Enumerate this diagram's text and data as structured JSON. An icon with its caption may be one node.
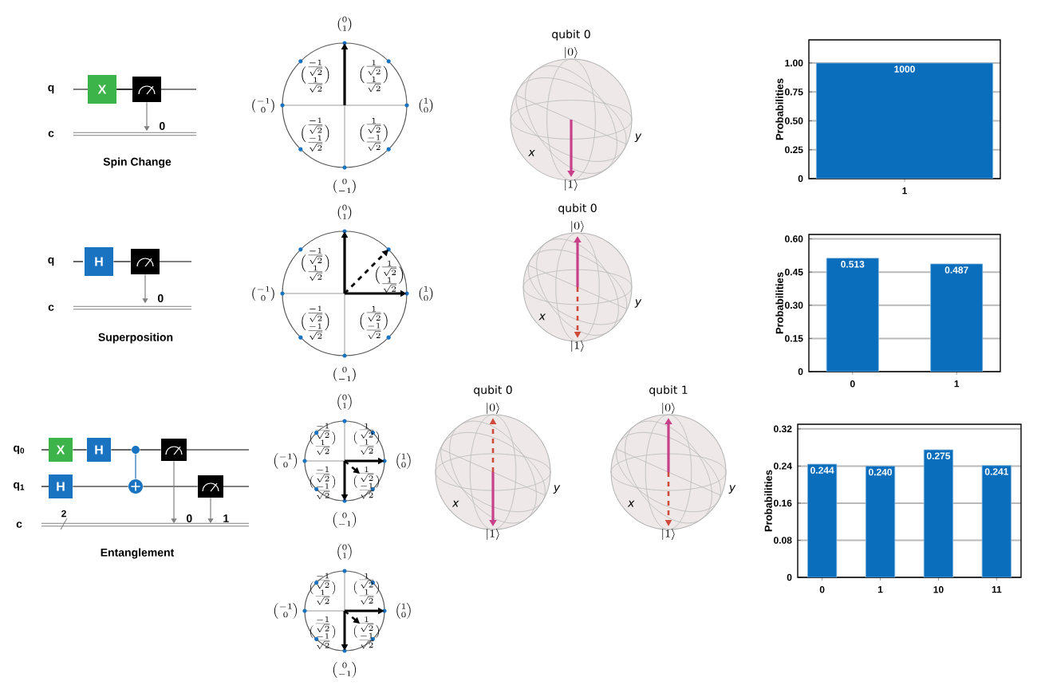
{
  "diagram": {
    "nodes": [
      {
        "text": [
          "X"
        ]
      },
      {
        "text": [],
        "shape": "box"
      },
      {
        "text": [
          "H"
        ]
      },
      {
        "text": [],
        "shape": "box"
      },
      {
        "text": [
          "X"
        ]
      },
      {
        "text": [
          "H"
        ]
      },
      {
        "text": [],
        "shape": "circle"
      },
      {
        "text": [],
        "shape": "box"
      },
      {
        "text": [
          "H"
        ]
      },
      {
        "text": [],
        "shape": "circle"
      },
      {
        "text": [],
        "shape": "box"
      },
      {
        "text": [
          "0"
        ]
      },
      {
        "text": [
          "0"
        ]
      },
      {
        "text": [
          "0"
        ]
      },
      {
        "text": [
          "1"
        ]
      }
    ],
    "edges": [
      {
        "from": 0,
        "to": 1,
        "arrow": "none"
      },
      {
        "from": 1,
        "to": 11,
        "arrow": "to",
        "color": "#808080"
      },
      {
        "from": 2,
        "to": 3,
        "arrow": "none"
      },
      {
        "from": 3,
        "to": 12,
        "arrow": "to",
        "color": "#808080"
      },
      {
        "from": 4,
        "to": 5,
        "arrow": "none"
      },
      {
        "from": 5,
        "to": 6,
        "arrow": "none"
      },
      {
        "from": 6,
        "to": 7,
        "arrow": "none"
      },
      {
        "from": 8,
        "to": 9,
        "arrow": "none"
      },
      {
        "from": 9,
        "to": 10,
        "arrow": "none"
      },
      {
        "from": 6,
        "to": 9,
        "arrow": "none",
        "color": "#1f6fbf"
      },
      {
        "from": 7,
        "to": 13,
        "arrow": "to",
        "color": "#808080"
      },
      {
        "from": 10,
        "to": 14,
        "arrow": "to",
        "color": "#808080"
      }
    ],
    "labels": [
      "q",
      "c",
      "Spin Change",
      "\\binom{0}{1}",
      "\\binom{\\frac{-1}{\\sqrt{2}}}{\\frac{1}{\\sqrt{2}}}",
      "\\binom{\\frac{1}{\\sqrt{2}}}{\\frac{1}{\\sqrt{2}}}",
      "\\binom{-1}{0}",
      "\\binom{1}{0}",
      "\\binom{\\frac{-1}{\\sqrt{2}}}{\\frac{-1}{\\sqrt{2}}}",
      "\\binom{\\frac{1}{\\sqrt{2}}}{\\frac{-1}{\\sqrt{2}}}",
      "\\binom{0}{-1}",
      "qubit 0",
      "|0\\rangle",
      "x",
      "y",
      "|1\\rangle",
      "q",
      "c",
      "Superposition",
      "\\binom{0}{1}",
      "\\binom{\\frac{-1}{\\sqrt{2}}}{\\frac{1}{\\sqrt{2}}}",
      "\\binom{\\frac{1}{\\sqrt{2}}}{\\frac{1}{\\sqrt{2}}}",
      "\\binom{-1}{0}",
      "\\binom{1}{0}",
      "\\binom{\\frac{-1}{\\sqrt{2}}}{\\frac{-1}{\\sqrt{2}}}",
      "\\binom{\\frac{1}{\\sqrt{2}}}{\\frac{-1}{\\sqrt{2}}}",
      "\\binom{0}{-1}",
      "qubit 0",
      "|0\\rangle",
      "x",
      "y",
      "|1\\rangle",
      "q$_{0}$",
      "q$_{1}$",
      "c",
      "2",
      "Entanglement",
      "\\binom{0}{1}",
      "\\binom{\\frac{-1}{\\sqrt{2}}}{\\frac{1}{\\sqrt{2}}}",
      "\\binom{\\frac{1}{\\sqrt{2}}}{\\frac{1}{\\sqrt{2}}}",
      "\\binom{-1}{0}",
      "\\binom{1}{0}",
      "\\binom{\\frac{-1}{\\sqrt{2}}}{\\frac{-1}{\\sqrt{2}}}",
      "\\binom{\\frac{1}{\\sqrt{2}}}{\\frac{-1}{\\sqrt{2}}}",
      "\\binom{0}{-1}",
      "qubit 0",
      "|0\\rangle",
      "x",
      "y",
      "|1\\rangle",
      "qubit 1",
      "|0\\rangle",
      "x",
      "y",
      "|1\\rangle",
      "\\binom{0}{1}",
      "\\binom{\\frac{-1}{\\sqrt{2}}}{\\frac{1}{\\sqrt{2}}}",
      "\\binom{\\frac{1}{\\sqrt{2}}}{\\frac{1}{\\sqrt{2}}}",
      "\\binom{-1}{0}",
      "\\binom{1}{0}",
      "\\binom{\\frac{-1}{\\sqrt{2}}}{\\frac{-1}{\\sqrt{2}}}",
      "\\binom{\\frac{1}{\\sqrt{2}}}{\\frac{-1}{\\sqrt{2}}}",
      "\\binom{0}{-1}"
    ],
    "chart_data": [
      {
        "type": "bar",
        "ylabel": "Probabilities",
        "categories": [
          "1"
        ],
        "values": [
          1.0
        ],
        "grid": true,
        "ylim": [
          0,
          1.2
        ],
        "yticks": [
          {
            "value": 0,
            "label": "0"
          },
          {
            "value": 0.25,
            "label": "0.25"
          },
          {
            "value": 0.5,
            "label": "0.50"
          },
          {
            "value": 0.75,
            "label": "0.75"
          },
          {
            "value": 1.0,
            "label": "1.00"
          }
        ],
        "annotations": [
          {
            "x": "1",
            "y": 1.0,
            "text": "1000"
          }
        ]
      },
      {
        "type": "bar",
        "ylabel": "Probabilities",
        "categories": [
          "0",
          "1"
        ],
        "values": [
          0.513,
          0.487
        ],
        "grid": true,
        "ylim": [
          0,
          0.62
        ],
        "yticks": [
          {
            "value": 0,
            "label": "0"
          },
          {
            "value": 0.15,
            "label": "0.15"
          },
          {
            "value": 0.3,
            "label": "0.30"
          },
          {
            "value": 0.45,
            "label": "0.45"
          },
          {
            "value": 0.6,
            "label": "0.60"
          }
        ],
        "value_labels": [
          "0.513",
          "0.487"
        ]
      },
      {
        "type": "bar",
        "ylabel": "Probabilities",
        "categories": [
          "0",
          "1",
          "10",
          "11"
        ],
        "values": [
          0.244,
          0.24,
          0.275,
          0.241
        ],
        "grid": true,
        "ylim": [
          0,
          0.33
        ],
        "yticks": [
          {
            "value": 0,
            "label": "0"
          },
          {
            "value": 0.08,
            "label": "0.08"
          },
          {
            "value": 0.16,
            "label": "0.16"
          },
          {
            "value": 0.24,
            "label": "0.24"
          },
          {
            "value": 0.32,
            "label": "0.32"
          }
        ],
        "value_labels": [
          "0.244",
          "0.240",
          "0.275",
          "0.241"
        ]
      }
    ]
  }
}
